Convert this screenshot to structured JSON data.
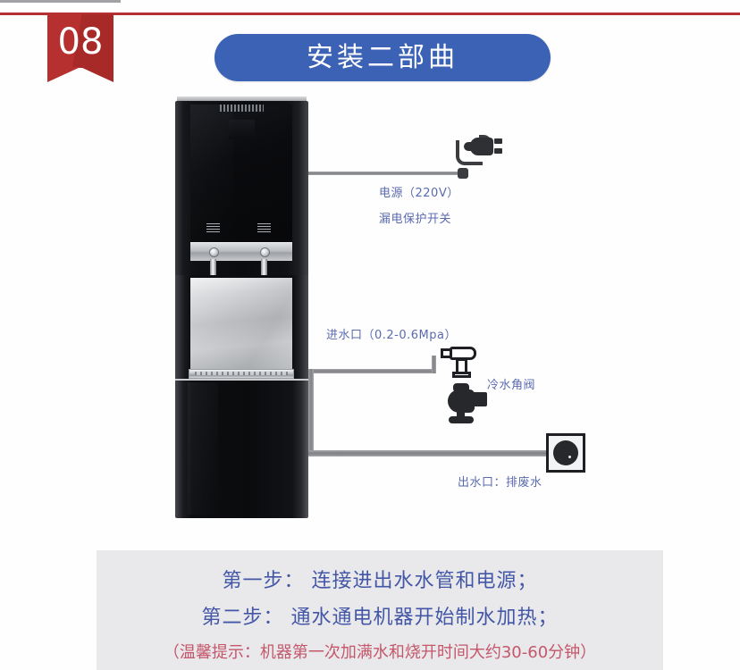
{
  "page": {
    "step_number": "08",
    "title": "安装二部曲"
  },
  "annotations": {
    "power_line1": "电源（220V）",
    "power_line2": "漏电保护开关",
    "water_inlet": "进水口（0.2-0.6Mpa）",
    "cold_water_valve": "冷水角阀",
    "drain_outlet": "出水口：排废水"
  },
  "icons": {
    "plug": "power-plug-icon",
    "fitting": "pipe-fitting-icon",
    "valve": "angle-valve-icon",
    "drain": "floor-drain-icon",
    "machine": "water-dispenser-illustration"
  },
  "instructions": {
    "step_1": "第一步： 连接进出水水管和电源；",
    "step_2": "第二步： 通水通电机器开始制水加热；",
    "tip": "（温馨提示：机器第一次加满水和烧开时间大约30-60分钟）"
  },
  "colors": {
    "badge_red": "#b5302f",
    "title_blue": "#3b62b5",
    "note_blue": "#5a6ab0",
    "step_blue": "#4357a6",
    "tip_red": "#c4576a",
    "panel_gray": "#e9e9ec"
  }
}
